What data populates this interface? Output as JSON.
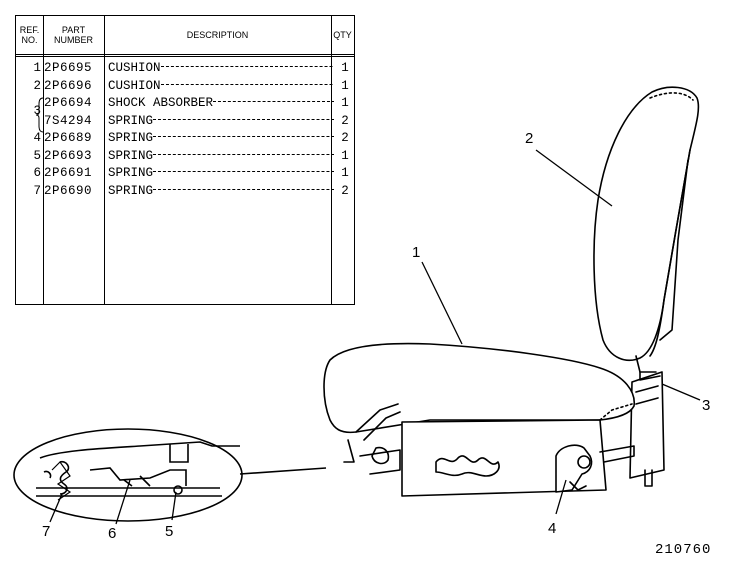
{
  "table": {
    "headers": {
      "ref_line1": "REF.",
      "ref_line2": "NO.",
      "part_line1": "PART",
      "part_line2": "NUMBER",
      "description": "DESCRIPTION",
      "qty": "QTY"
    },
    "rows": [
      {
        "ref": "1",
        "part": "2P6695",
        "description": "CUSHION",
        "qty": "1"
      },
      {
        "ref": "2",
        "part": "2P6696",
        "description": "CUSHION",
        "qty": "1"
      },
      {
        "ref": "3",
        "part": "2P6694",
        "description": "SHOCK ABSORBER",
        "qty": "1"
      },
      {
        "ref": "",
        "part": "7S4294",
        "description": "SPRING",
        "qty": "2"
      },
      {
        "ref": "4",
        "part": "2P6689",
        "description": "SPRING",
        "qty": "2"
      },
      {
        "ref": "5",
        "part": "2P6693",
        "description": "SPRING",
        "qty": "1"
      },
      {
        "ref": "6",
        "part": "2P6691",
        "description": "SPRING",
        "qty": "1"
      },
      {
        "ref": "7",
        "part": "2P6690",
        "description": "SPRING",
        "qty": "2"
      }
    ]
  },
  "callouts": [
    "1",
    "2",
    "3",
    "4",
    "5",
    "6",
    "7"
  ],
  "figure_number": "210760"
}
